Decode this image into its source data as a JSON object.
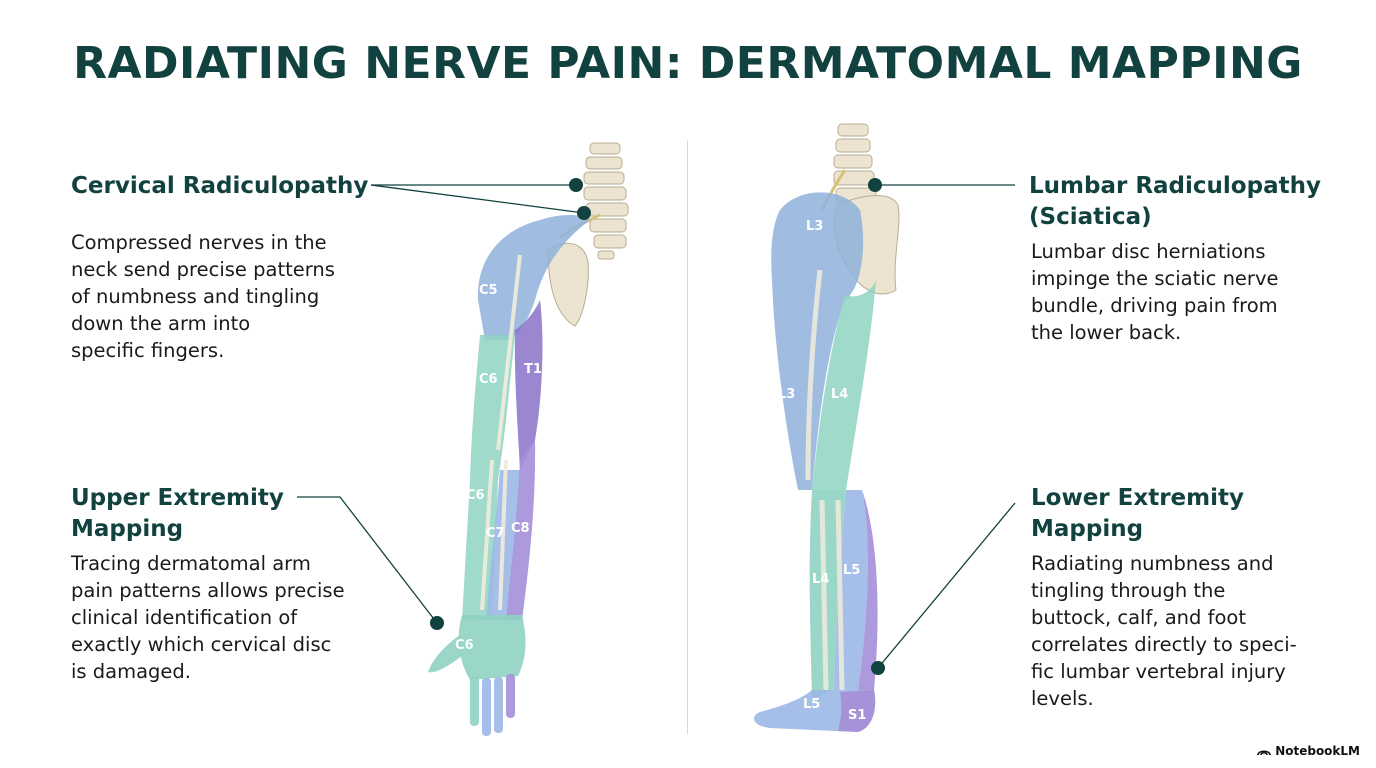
{
  "title": "RADIATING NERVE PAIN: DERMATOMAL MAPPING",
  "cervical": {
    "heading": "Cervical Radiculopathy",
    "body": [
      "Compressed nerves in the",
      "neck send precise patterns",
      "of numbness and tingling",
      "down the arm into",
      "specific fingers."
    ]
  },
  "upper": {
    "heading": [
      "Upper Extremity",
      "Mapping"
    ],
    "body": [
      "Tracing dermatomal arm",
      "pain patterns allows precise",
      "clinical identification of",
      "exactly which cervical disc",
      "is damaged."
    ]
  },
  "lumbar": {
    "heading": [
      "Lumbar Radiculopathy",
      "(Sciatica)"
    ],
    "body": [
      "Lumbar disc herniations",
      "impinge the sciatic nerve",
      "bundle, driving pain from",
      "the lower back."
    ]
  },
  "lower": {
    "heading": [
      "Lower Extremity",
      "Mapping"
    ],
    "body": [
      "Radiating numbness and",
      "tingling through the",
      "buttock, calf, and foot",
      "correlates directly to speci-",
      "fic lumbar vertebral injury",
      "levels."
    ]
  },
  "arm_labels": {
    "c5": "C5",
    "c6_upper": "C6",
    "t1": "T1",
    "c6_fore": "C6",
    "c7": "C7",
    "c8": "C8",
    "c6_hand": "C6"
  },
  "leg_labels": {
    "l3_hip": "L3",
    "l3_thigh": "L3",
    "l4_thigh": "L4",
    "l4_shin": "L4",
    "l5_calf": "L5",
    "l5_foot": "L5",
    "s1": "S1"
  },
  "brand": "NotebookLM",
  "colors": {
    "heading": "#12423f",
    "c5": "#8fb2dc",
    "c6": "#8fd3c2",
    "c7": "#9bb8e6",
    "c8": "#a48fd8",
    "t1": "#8a72c8",
    "l3": "#8fb2dc",
    "l4": "#8fd3c2",
    "l5": "#9bb8e6",
    "s1": "#a48fd8",
    "bone": "#ece4d0",
    "leader": "#12423f"
  }
}
